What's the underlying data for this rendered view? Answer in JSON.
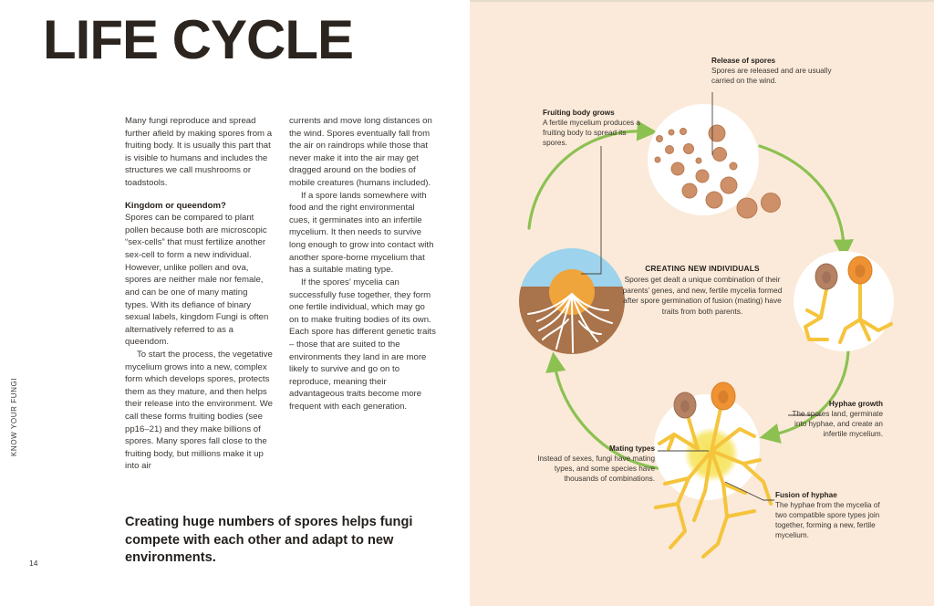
{
  "page": {
    "title": "LIFE CYCLE",
    "vertical_label": "KNOW YOUR FUNGI",
    "folio": "14"
  },
  "body": {
    "column_left": [
      {
        "type": "paragraph",
        "text": "Many fungi reproduce and spread further afield by making spores from a fruiting body. It is usually this part that is visible to humans and includes the structures we call mushrooms or toadstools."
      },
      {
        "type": "heading",
        "text": "Kingdom or queendom?"
      },
      {
        "type": "paragraph",
        "text": "Spores can be compared to plant pollen because both are microscopic “sex-cells” that must fertilize another sex-cell to form a new individual. However, unlike pollen and ova, spores are neither male nor female, and can be one of many mating types. With its defiance of binary sexual labels, kingdom Fungi is often alternatively referred to as a queendom."
      },
      {
        "type": "paragraph-indent",
        "text": "To start the process, the vegetative mycelium grows into a new, complex form which develops spores, protects them as they mature, and then helps their release into the environment. We call these forms fruiting bodies (see pp16–21) and they make billions of spores. Many spores fall close to the fruiting body, but millions make it up into air"
      }
    ],
    "column_right": [
      {
        "type": "paragraph",
        "text": "currents and move long distances on the wind. Spores eventually fall from the air on raindrops while those that never make it into the air may get dragged around on the bodies of mobile creatures (humans included)."
      },
      {
        "type": "paragraph-indent",
        "text": "If a spore lands somewhere with food and the right environmental cues, it germinates into an infertile mycelium. It then needs to survive long enough to grow into contact with another spore-borne mycelium that has a suitable mating type."
      },
      {
        "type": "paragraph-indent",
        "text": "If the spores’ mycelia can successfully fuse together, they form one fertile individual, which may go on to make fruiting bodies of its own. Each spore has different genetic traits – those that are suited to the environments they land in are more likely to survive and go on to reproduce, meaning their advantageous traits become more frequent with each generation."
      }
    ],
    "pullquote": "Creating huge numbers of spores helps fungi compete with each other and adapt to new environments."
  },
  "diagram": {
    "center": {
      "title": "CREATING NEW INDIVIDUALS",
      "body": "Spores get dealt a unique combination of their parents’ genes, and new, fertile mycelia formed after spore germination of fusion (mating) have traits from both parents."
    },
    "callouts": [
      {
        "key": "release_of_spores",
        "title": "Release of spores",
        "body": "Spores are released and are usually carried on the wind."
      },
      {
        "key": "fruiting_body_grows",
        "title": "Fruiting body grows",
        "body": "A fertile mycelium produces a fruiting body to spread its spores."
      },
      {
        "key": "hyphae_growth",
        "title": "Hyphae growth",
        "body": "The spores land, germinate into hyphae, and create an infertile mycelium."
      },
      {
        "key": "mating_types",
        "title": "Mating types",
        "body": "Instead of sexes, fungi have mating types, and some species have thousands of combinations."
      },
      {
        "key": "fusion_of_hyphae",
        "title": "Fusion of hyphae",
        "body": "The hyphae from the mycelia of two compatible spore types join together, forming a new, fertile mycelium."
      }
    ],
    "icons": [
      {
        "name": "spores-circle-icon",
        "label": "Spores being released"
      },
      {
        "name": "mushroom-mycelium-circle-icon",
        "label": "Fruiting body with mycelium in soil"
      },
      {
        "name": "germinating-hyphae-circle-icon",
        "label": "Two spores germinating into hyphae"
      },
      {
        "name": "fused-mycelium-circle-icon",
        "label": "Fused mycelium network"
      },
      {
        "name": "cycle-arrow-icon",
        "label": "Green curved cycle arrow"
      }
    ]
  },
  "colors": {
    "page_background": "#FFFFFF",
    "panel_background": "#FBEAD9",
    "text": "#3C3733",
    "heading": "#241F1B",
    "arrow_green": "#8CC152",
    "spore_brown": "#C98A62",
    "hyphae_yellow": "#F5C43C",
    "mushroom_orange": "#F0A43C",
    "soil_brown": "#A9734B",
    "sky_blue": "#9DD3EC",
    "circle_white": "#FFFFFF",
    "fusion_glow": "#F4E04A"
  }
}
